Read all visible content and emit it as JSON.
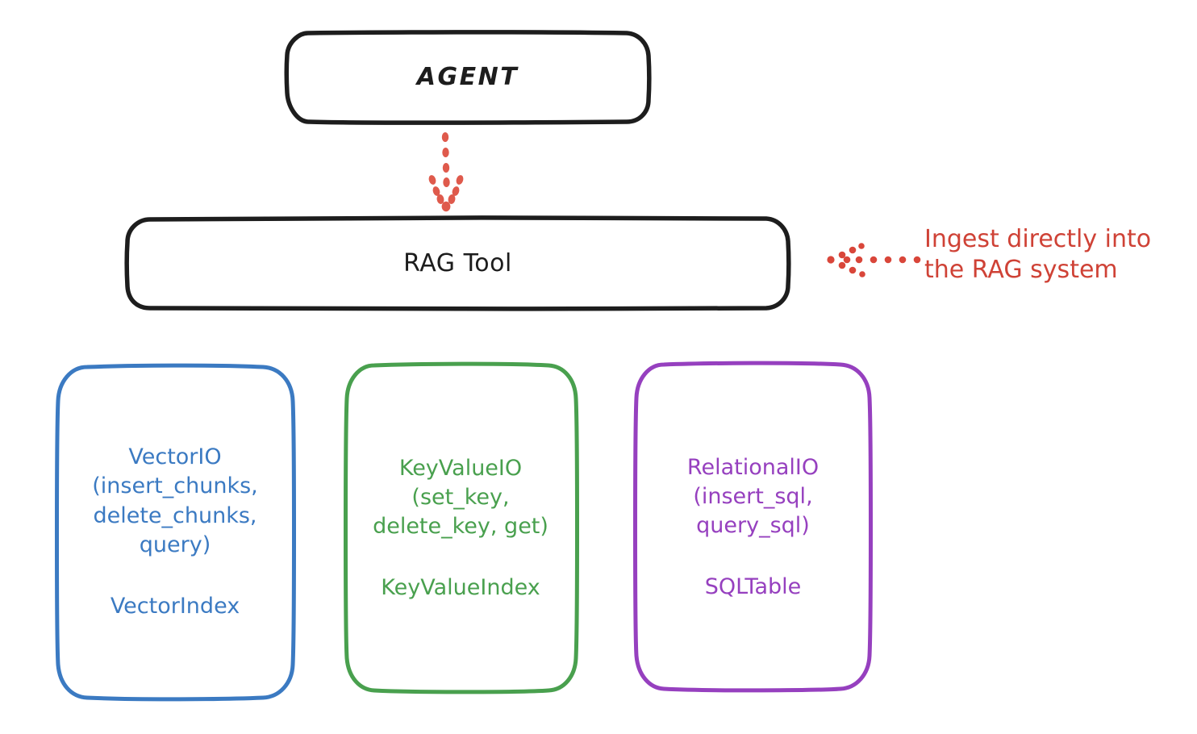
{
  "diagram": {
    "title_node": {
      "id": "agent",
      "label": "AGENT"
    },
    "tool_node": {
      "id": "rag-tool",
      "label": "RAG Tool"
    },
    "providers": [
      {
        "id": "vectorio",
        "label": "VectorIO\n(insert_chunks,\ndelete_chunks,\nquery)",
        "index": "VectorIndex",
        "color": "#3b7ac2"
      },
      {
        "id": "keyvalueio",
        "label": "KeyValueIO\n(set_key,\ndelete_key, get)",
        "index": "KeyValueIndex",
        "color": "#49a04e"
      },
      {
        "id": "relationalio",
        "label": "RelationalIO\n(insert_sql,\nquery_sql)",
        "index": "SQLTable",
        "color": "#9640bf"
      }
    ],
    "annotation": {
      "text": "Ingest directly into\nthe RAG system",
      "color": "#cf4236"
    },
    "edges": [
      {
        "id": "agent-to-rag",
        "from": "agent",
        "to": "rag-tool",
        "style": "dotted",
        "color": "#df5a4c",
        "direction": "down"
      },
      {
        "id": "annotation-to-rag",
        "from": "annotation",
        "to": "rag-tool",
        "style": "dotted",
        "color": "#d9463a",
        "direction": "left"
      }
    ],
    "colors": {
      "stroke_dark": "#1d1d1d",
      "background": "#ffffff",
      "blue": "#3b7ac2",
      "green": "#49a04e",
      "purple": "#9640bf",
      "red": "#d9463a"
    }
  }
}
